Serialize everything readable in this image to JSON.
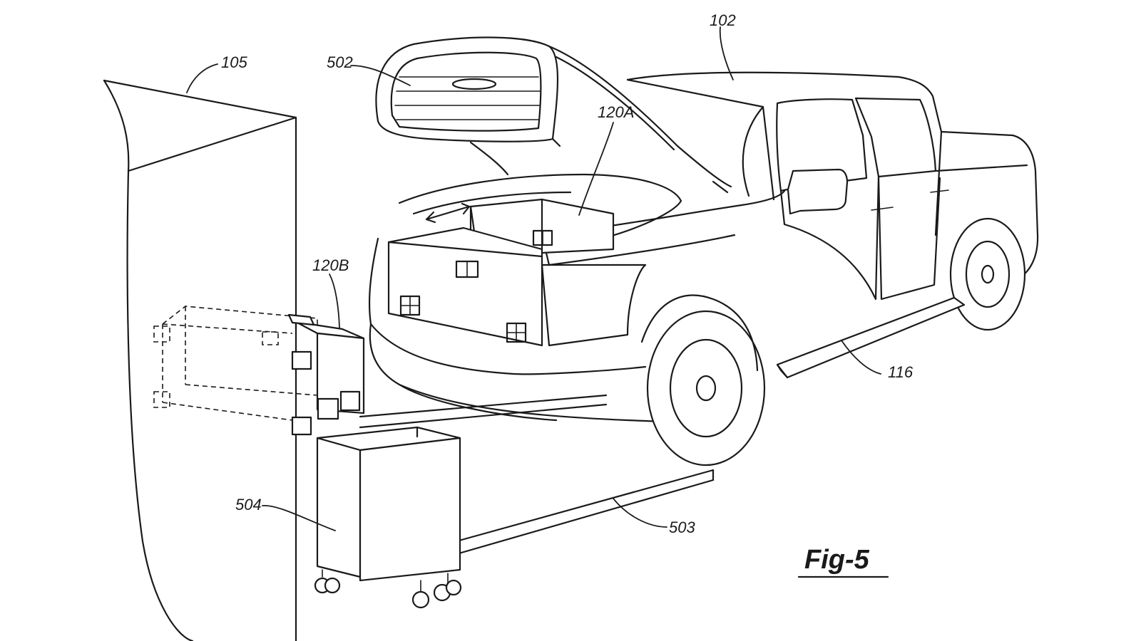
{
  "figure": {
    "label": "Fig-5",
    "refs": {
      "truck": "102",
      "wall": "105",
      "hood": "502",
      "front_storage": "120A",
      "battery_unit": "120B",
      "running_board": "116",
      "cable": "503",
      "charging_station": "504"
    }
  }
}
